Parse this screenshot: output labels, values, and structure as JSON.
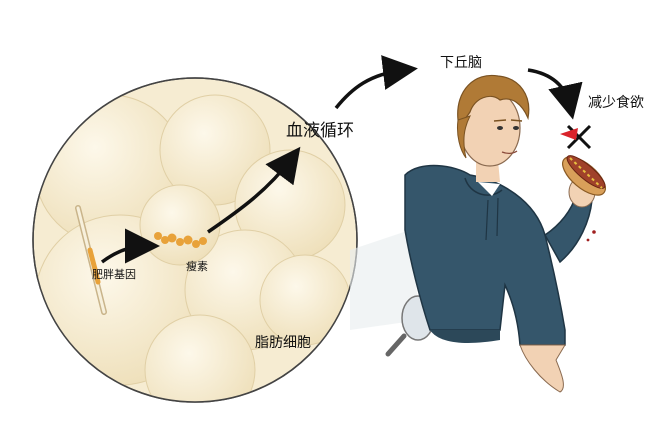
{
  "labels": {
    "obesity_gene": "肥胖基因",
    "leptin": "瘦素",
    "fat_cells": "脂肪细胞",
    "blood_circulation": "血液循环",
    "hypothalamus": "下丘脑",
    "reduce_appetite": "减少食欲"
  },
  "colors": {
    "fat_cell_fill": "#f3e7c9",
    "fat_cell_light": "#fbf5e3",
    "leptin_orange": "#e8a23a",
    "hoodie": "#35566b",
    "hair": "#b07a36",
    "skin": "#f2d2b4",
    "arrow": "#111111",
    "cross_red": "#d9232a"
  }
}
